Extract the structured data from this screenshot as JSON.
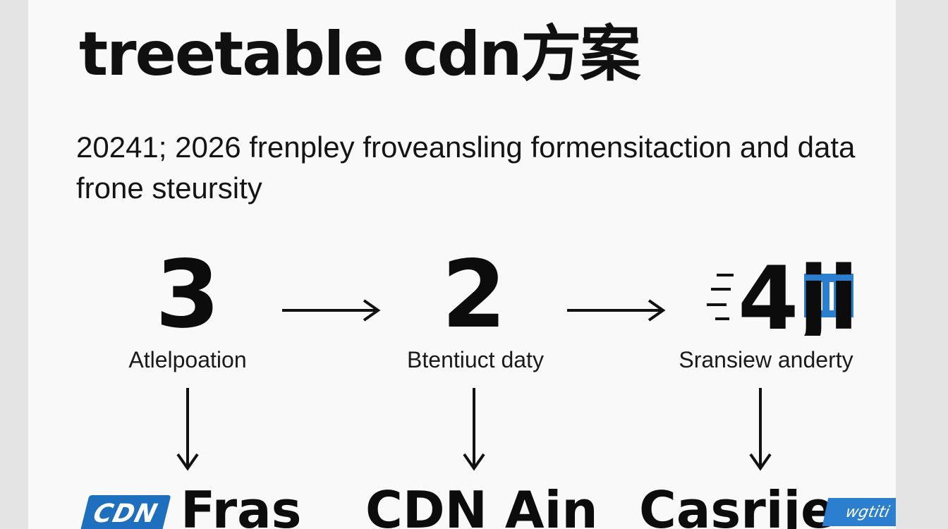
{
  "slide": {
    "title": "treetable cdn方案",
    "subtitle": "20241; 2026  frenpley froveansling formensitaction and data frone steursity"
  },
  "steps": [
    {
      "number": "3",
      "label": "Atlelpoation"
    },
    {
      "number": "2",
      "label": "Btentiuct daty"
    },
    {
      "number": "4ji",
      "label": "Sransiew anderty"
    }
  ],
  "outcomes": [
    {
      "logo_text": "CDN",
      "text": "Fras"
    },
    {
      "text": "CDN Ain"
    },
    {
      "text": "Casrije",
      "logo_text": "wgtiti"
    }
  ],
  "colors": {
    "logo_blue": "#1f6fbf",
    "text": "#101010",
    "background": "#f9f9f9"
  }
}
